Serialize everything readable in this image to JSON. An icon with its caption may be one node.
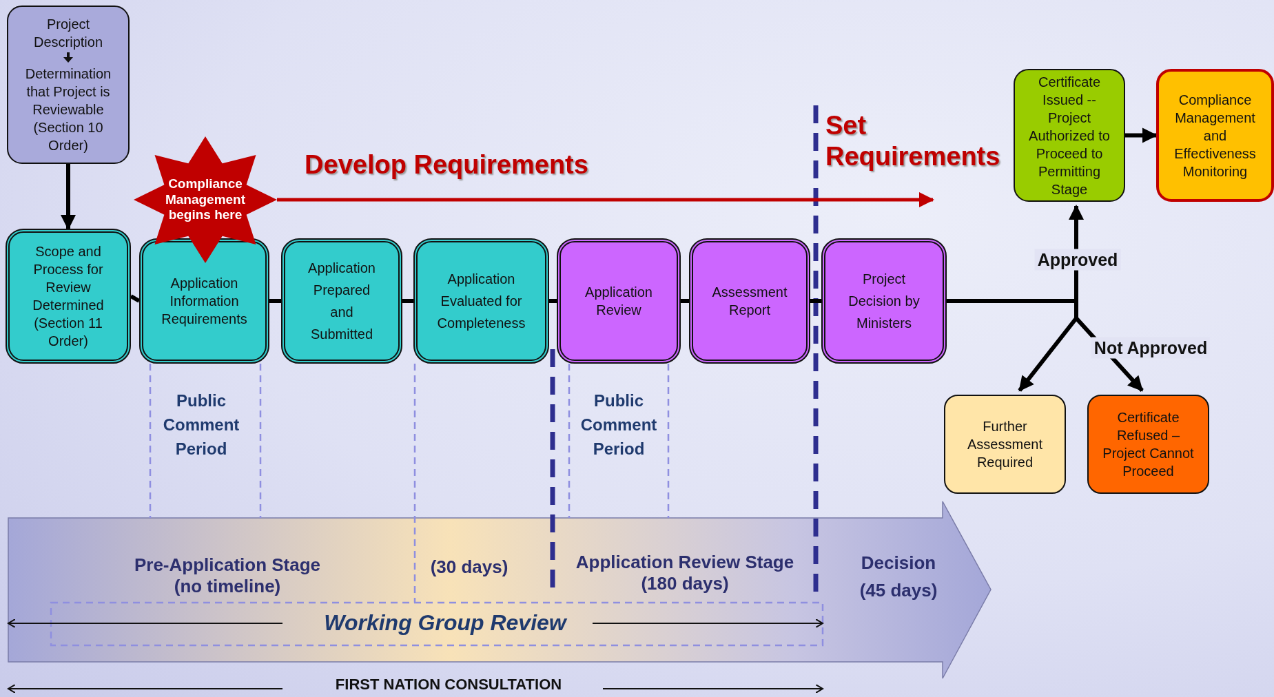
{
  "diagram": {
    "nodes": [
      {
        "text": [
          "Project Description",
          "Determination that Project is Reviewable (Section 10 Order)"
        ]
      },
      {
        "text": [
          "Scope and Process for Review Determined (Section 11 Order)"
        ]
      },
      {
        "text": [
          "Compliance Management begins here"
        ]
      },
      {
        "text": [
          "Application Information Requirements"
        ]
      },
      {
        "text": [
          "Application Prepared and Submitted"
        ]
      },
      {
        "text": [
          "Application Evaluated for Completeness"
        ]
      },
      {
        "text": [
          "Application Review"
        ]
      },
      {
        "text": [
          "Assessment Report"
        ]
      },
      {
        "text": [
          "Project Decision by Ministers"
        ]
      },
      {
        "text": [
          "Certificate Issued -- Project Authorized to Proceed to Permitting Stage"
        ]
      },
      {
        "text": [
          "Compliance Management and Effectiveness Monitoring"
        ]
      },
      {
        "text": [
          "Further Assessment Required"
        ]
      },
      {
        "text": [
          "Certificate Refused – Project Cannot Proceed"
        ]
      }
    ],
    "edges": [
      {
        "from": 0,
        "to": 1,
        "arrow": "to"
      },
      {
        "from": 1,
        "to": 3,
        "arrow": "none"
      },
      {
        "from": 3,
        "to": 4,
        "arrow": "none"
      },
      {
        "from": 4,
        "to": 5,
        "arrow": "none"
      },
      {
        "from": 5,
        "to": 6,
        "arrow": "none"
      },
      {
        "from": 6,
        "to": 7,
        "arrow": "none"
      },
      {
        "from": 7,
        "to": 8,
        "arrow": "none"
      },
      {
        "from": 8,
        "to": 9,
        "arrow": "to",
        "label": "Approved"
      },
      {
        "from": 8,
        "to": 11,
        "arrow": "to"
      },
      {
        "from": 8,
        "to": 12,
        "arrow": "to",
        "label": "Not Approved"
      },
      {
        "from": 9,
        "to": 10,
        "arrow": "to"
      },
      {
        "from": 2,
        "to": null,
        "arrow": "to",
        "color": "#c00000"
      }
    ],
    "labels": [
      "Develop Requirements",
      "Set Requirements",
      "Public Comment Period",
      "Public Comment Period",
      "Pre-Application Stage (no timeline)",
      "(30 days)",
      "Application Review Stage (180 days)",
      "Decision (45 days)",
      "Working Group Review",
      "FIRST NATION CONSULTATION"
    ]
  }
}
